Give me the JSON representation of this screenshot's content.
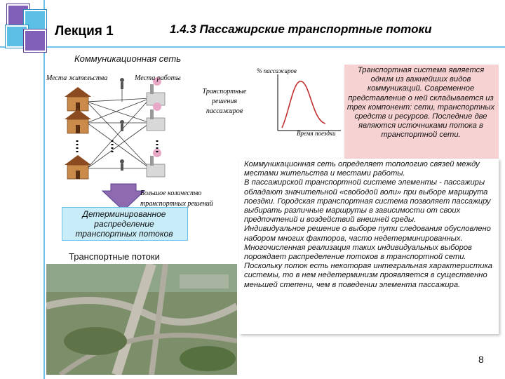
{
  "header": {
    "lecture": "Лекция 1",
    "title": "1.4.3 Пассажирские транспортные потоки"
  },
  "diagram": {
    "network_label": "Коммуникационная сеть",
    "residence_label": "Места жительства",
    "work_label": "Места работы",
    "decisions_label": "Транспортные решения пассажиров",
    "many_decisions_label": "Большое количество транспортных решений",
    "determined_box": "Детерминированное распределение транспортных потоков",
    "flows_label": "Транспортные потоки"
  },
  "graph": {
    "y_label": "% пассажиров",
    "x_label": "Время поездки"
  },
  "pink_box": {
    "text": "Транспортная система является одним из важнейших видов коммуникаций. Современное представление о ней складывается из трех компонент: сети, транспортных средств и ресурсов. Последние две являются источниками потока в транспортной сети."
  },
  "main_text": {
    "p1": "Коммуникационная сеть определяет топологию связей между местами жительства и местами работы.",
    "p2": "В пассажирской транспортной системе элементы - пассажиры обладают значительной «свободой воли» при выборе маршрута поездки. Городская транспортная система позволяет пассажиру выбирать различные маршруты в зависимости от своих предпочтений и воздействий внешней среды.",
    "p3": "Индивидуальное решение о выборе пути следования обусловлено набором многих факторов, часто недетерминированных. Многочисленная реализация таких индивидуальных выборов порождает распределение потоков в транспортной сети.",
    "p4": "Поскольку поток есть некоторая интегральная характеристика системы, то в нем недетерминизм проявляется в существенно меньшей степени, чем в поведении элемента пассажира."
  },
  "page_number": "8",
  "colors": {
    "accent_line": "#6fc3ea",
    "pink_bg": "#f7d2d2",
    "house_wall": "#c98a4a",
    "house_roof": "#8b4a1f",
    "arrow": "#8e6bb0"
  }
}
